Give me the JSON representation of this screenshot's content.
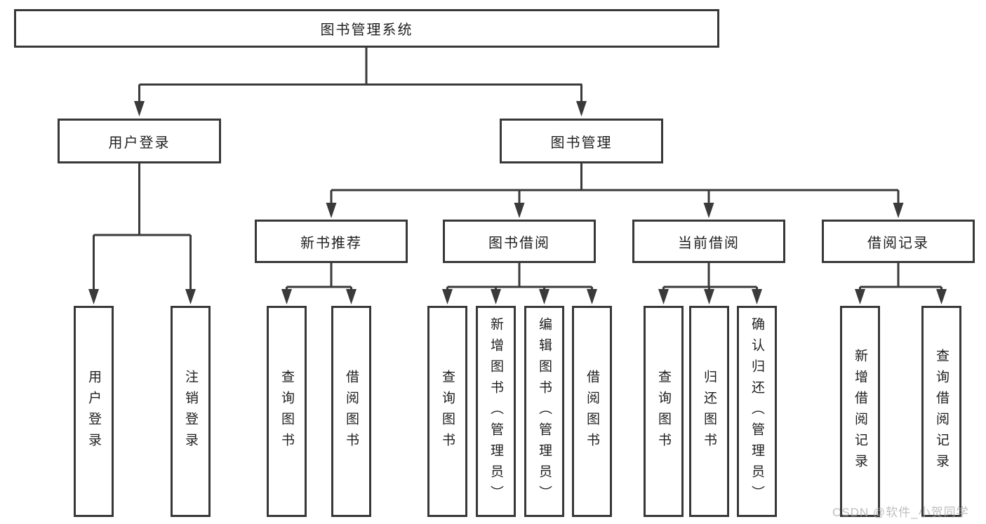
{
  "tree": {
    "root": {
      "label": "图书管理系统"
    },
    "branches": [
      {
        "label": "用户登录",
        "children": [
          {
            "label": "用户登录"
          },
          {
            "label": "注销登录"
          }
        ]
      },
      {
        "label": "图书管理",
        "children": [
          {
            "label": "新书推荐",
            "children": [
              {
                "label": "查询图书"
              },
              {
                "label": "借阅图书"
              }
            ]
          },
          {
            "label": "图书借阅",
            "children": [
              {
                "label": "查询图书"
              },
              {
                "label": "新增图书（管理员）"
              },
              {
                "label": "编辑图书（管理员）"
              },
              {
                "label": "借阅图书"
              }
            ]
          },
          {
            "label": "当前借阅",
            "children": [
              {
                "label": "查询图书"
              },
              {
                "label": "归还图书"
              },
              {
                "label": "确认归还（管理员）"
              }
            ]
          },
          {
            "label": "借阅记录",
            "children": [
              {
                "label": "新增借阅记录"
              },
              {
                "label": "查询借阅记录"
              }
            ]
          }
        ]
      }
    ]
  },
  "watermark": {
    "text": "CSDN @软件_小贺同学"
  },
  "colors": {
    "line": "#3a3a3a",
    "border": "#383838",
    "text": "#1f1f1f",
    "watermark": "#a9a9a9",
    "background": "#ffffff"
  }
}
